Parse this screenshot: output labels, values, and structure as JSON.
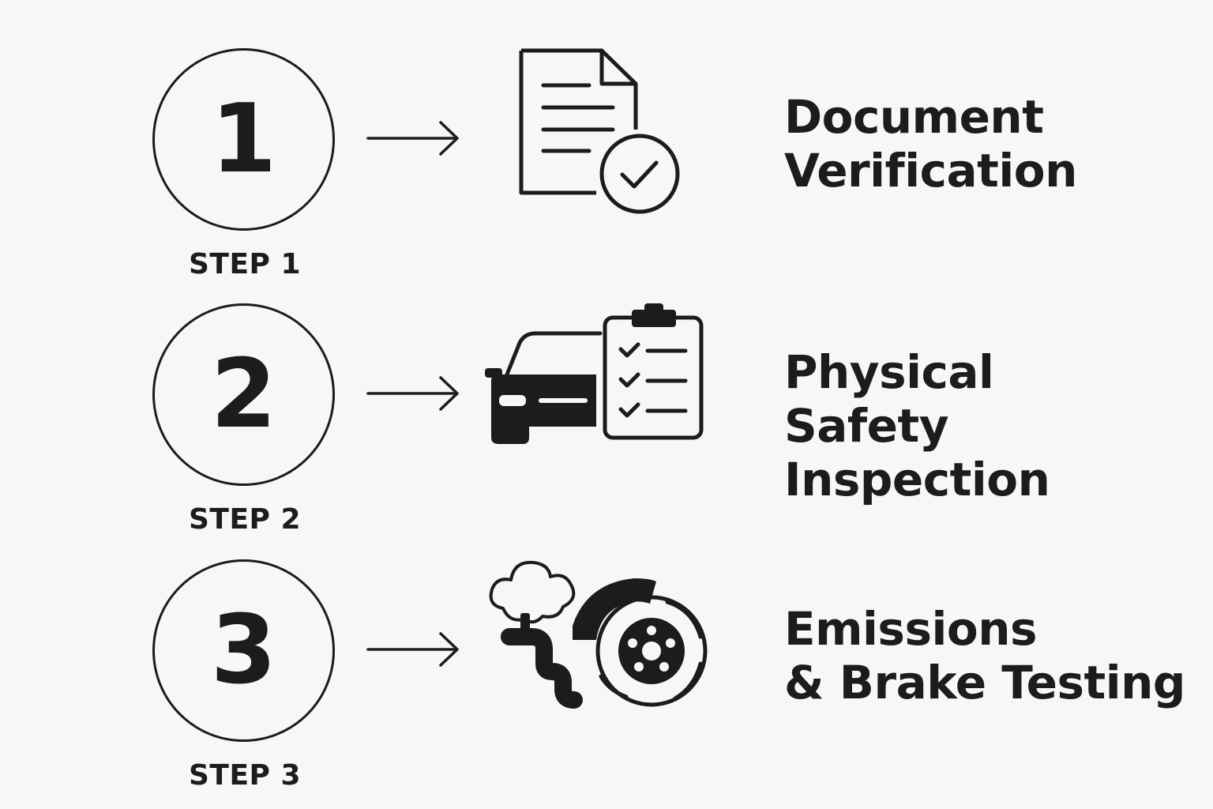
{
  "steps": [
    {
      "number": "1",
      "label": "STEP 1",
      "icon": "document-check-icon",
      "title_lines": [
        "Document",
        "Verification"
      ]
    },
    {
      "number": "2",
      "label": "STEP 2",
      "icon": "car-clipboard-icon",
      "title_lines": [
        "Physical",
        "Safety",
        "Inspection"
      ]
    },
    {
      "number": "3",
      "label": "STEP 3",
      "icon": "emissions-brake-icon",
      "title_lines": [
        "Emissions",
        "& Brake Testing"
      ]
    }
  ],
  "colors": {
    "ink": "#1c1c1c",
    "background": "#f7f7f7"
  }
}
